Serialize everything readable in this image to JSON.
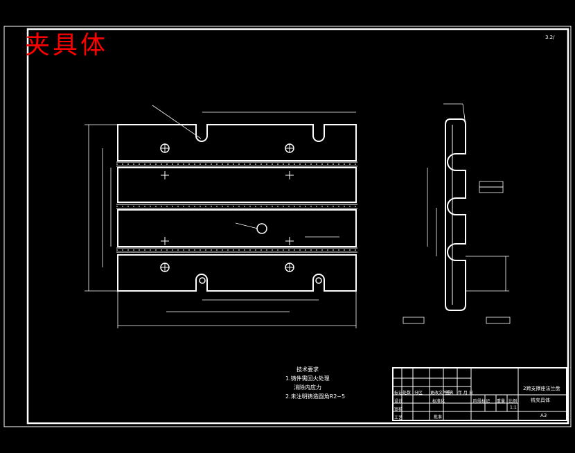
{
  "title": "夹具体",
  "surface_mark": "3.2/",
  "tech": {
    "heading": "技术要求",
    "items": [
      "1.铸件需回火处理",
      "消除内应力",
      "2.未注明铸造圆角R2~5"
    ]
  },
  "titleblock": {
    "part_name_1": "2跨支撑座法兰盘",
    "part_name_2": "铣夹具体",
    "sheet_code": "A3",
    "scale": "1:1",
    "row_labels": [
      "标记",
      "设计",
      "审核",
      "工艺"
    ],
    "header_cells": [
      "处数",
      "分区",
      "更改文件号",
      "签名",
      "年 月 日"
    ],
    "stage_cells": [
      "阶段标记",
      "重量",
      "比例"
    ],
    "standard": "标准化",
    "approve": "批准"
  },
  "colors": {
    "line": "#ffffff",
    "title": "#ff0000",
    "background": "#000000"
  }
}
